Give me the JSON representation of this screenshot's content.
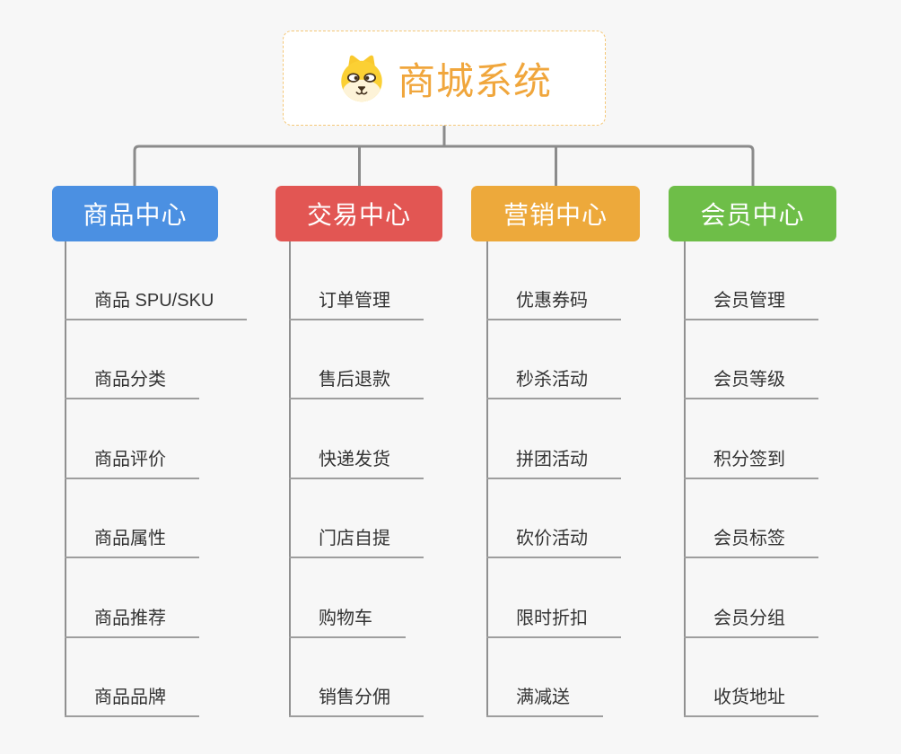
{
  "root": {
    "title": "商城系统",
    "icon": "shiba-dog-icon"
  },
  "branches": [
    {
      "label": "商品中心",
      "color": "#4B90E2",
      "items": [
        "商品 SPU/SKU",
        "商品分类",
        "商品评价",
        "商品属性",
        "商品推荐",
        "商品品牌"
      ]
    },
    {
      "label": "交易中心",
      "color": "#E25653",
      "items": [
        "订单管理",
        "售后退款",
        "快递发货",
        "门店自提",
        "购物车",
        "销售分佣"
      ]
    },
    {
      "label": "营销中心",
      "color": "#EDA93B",
      "items": [
        "优惠券码",
        "秒杀活动",
        "拼团活动",
        "砍价活动",
        "限时折扣",
        "满减送"
      ]
    },
    {
      "label": "会员中心",
      "color": "#6EBE48",
      "items": [
        "会员管理",
        "会员等级",
        "积分签到",
        "会员标签",
        "会员分组",
        "收货地址"
      ]
    }
  ],
  "palette": {
    "background": "#F7F7F7",
    "connector": "#8B8B8B",
    "spine": "#909090",
    "underline": "#9E9E9E",
    "leaf_text": "#333333",
    "root_accent": "#F0A63C",
    "root_border": "#F5C878"
  }
}
